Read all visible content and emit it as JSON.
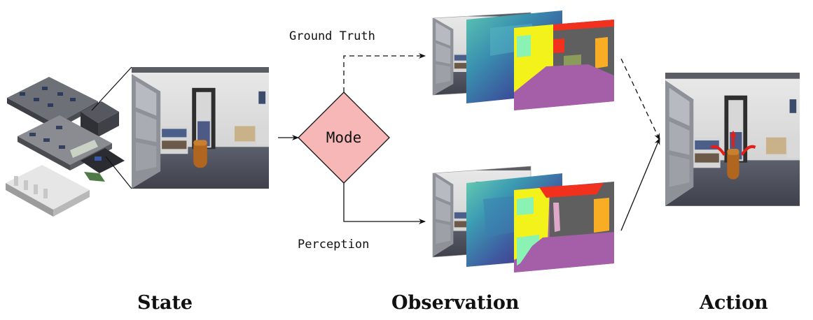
{
  "labels": {
    "ground_truth": "Ground Truth",
    "perception": "Perception",
    "mode": "Mode"
  },
  "captions": {
    "state": "State",
    "observation": "Observation",
    "action": "Action"
  },
  "colors": {
    "mode_fill": "#f7b7b7",
    "depth_light": "#6ac7a8",
    "depth_dark": "#45196b",
    "seg_yellow": "#f3f21b",
    "seg_gray": "#5f5f5f",
    "seg_purple": "#a45fa8",
    "seg_red": "#f1301e",
    "seg_orange": "#f8ad25",
    "seg_green": "#8af2b2",
    "action_arrow": "#e0201a"
  }
}
